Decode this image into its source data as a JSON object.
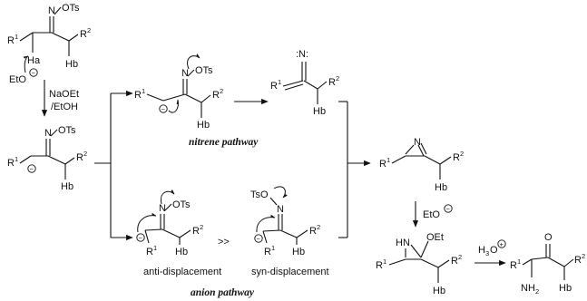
{
  "atoms": {
    "OTs": "OTs",
    "N": "N",
    "R1": "R",
    "R2": "R",
    "sup1": "1",
    "sup2": "2",
    "Ha": "Ha",
    "Hb": "Hb",
    "EtO": "EtO",
    "TsO": "TsO",
    "HN": "HN",
    "OEt": "OEt",
    "O": "O",
    "NH2": "NH",
    "sub2": "2",
    "H3O": "H",
    "sub3": "3",
    "O_h3o": "O",
    "minus": "−",
    "plus": "+",
    "nitrene_dots": ":N:"
  },
  "reagents": {
    "base_line1": "NaOEt",
    "base_line2": "/EtOH"
  },
  "labels": {
    "nitrene_pathway": "nitrene pathway",
    "anion_pathway": "anion pathway",
    "anti_displacement": "anti-displacement",
    "syn_displacement": "syn-displacement",
    "much_greater": ">>"
  }
}
